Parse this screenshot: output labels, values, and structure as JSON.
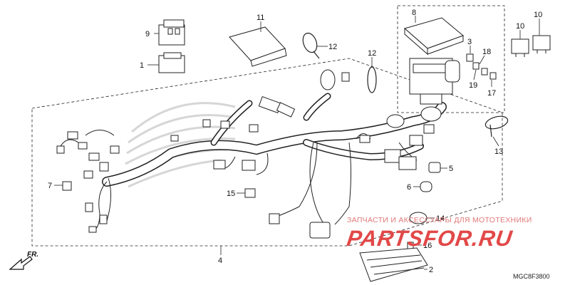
{
  "callouts": {
    "c1": "1",
    "c2": "2",
    "c3": "3",
    "c4": "4",
    "c5": "5",
    "c6": "6",
    "c7": "7",
    "c8": "8",
    "c9": "9",
    "c10a": "10",
    "c10b": "10",
    "c11": "11",
    "c12a": "12",
    "c12b": "12",
    "c13": "13",
    "c14": "14",
    "c15": "15",
    "c16": "16",
    "c17": "17",
    "c18": "18",
    "c19": "19"
  },
  "direction_label": "FR.",
  "diagram_code": "MGC8F3800",
  "watermark": {
    "caption": "ЗАПЧАСТИ И АКСЕССУАРЫ ДЛЯ МОТОТЕХНИКИ",
    "logo": "PARTSFOR.RU"
  },
  "colors": {
    "line": "#222222",
    "watermark": "#e24848",
    "wing_logo": "#cfcfcf"
  }
}
